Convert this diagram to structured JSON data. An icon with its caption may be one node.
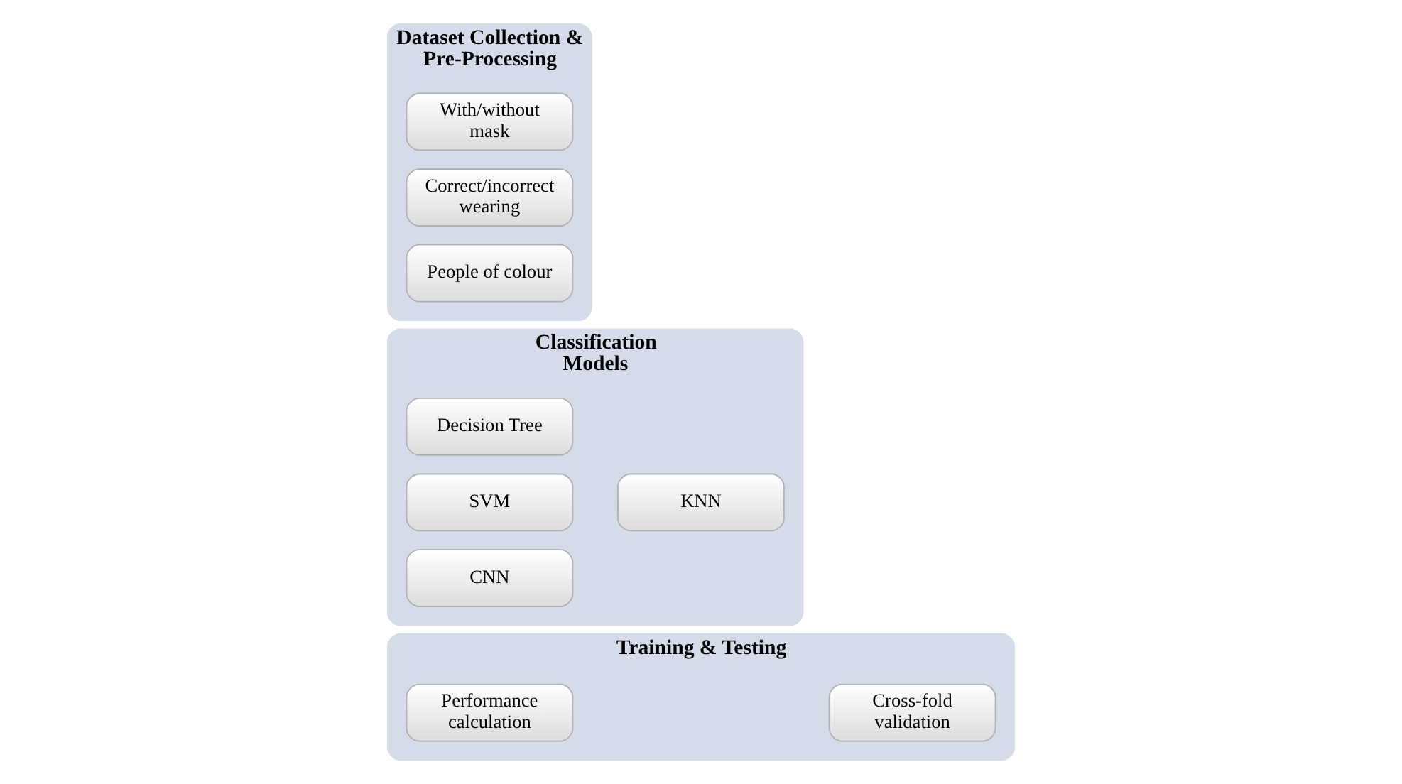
{
  "diagram": {
    "nodes": [
      {
        "text": [
          "Dataset Collection & Pre-Processing"
        ]
      },
      {
        "text": [
          "With/without mask"
        ],
        "in": 0
      },
      {
        "text": [
          "Correct/incorrect wearing"
        ],
        "in": 0
      },
      {
        "text": [
          "People of colour"
        ],
        "in": 0
      },
      {
        "text": [
          "Classification Models"
        ]
      },
      {
        "text": [
          "KNN"
        ],
        "in": 4
      },
      {
        "text": [
          "Decision Tree"
        ],
        "in": 4
      },
      {
        "text": [
          "SVM"
        ],
        "in": 4
      },
      {
        "text": [
          "CNN"
        ],
        "in": 4
      },
      {
        "text": [
          "Training & Testing"
        ]
      },
      {
        "text": [
          "Cross-fold validation"
        ],
        "in": 9
      },
      {
        "text": [
          "Performance calculation"
        ],
        "in": 9
      }
    ]
  }
}
